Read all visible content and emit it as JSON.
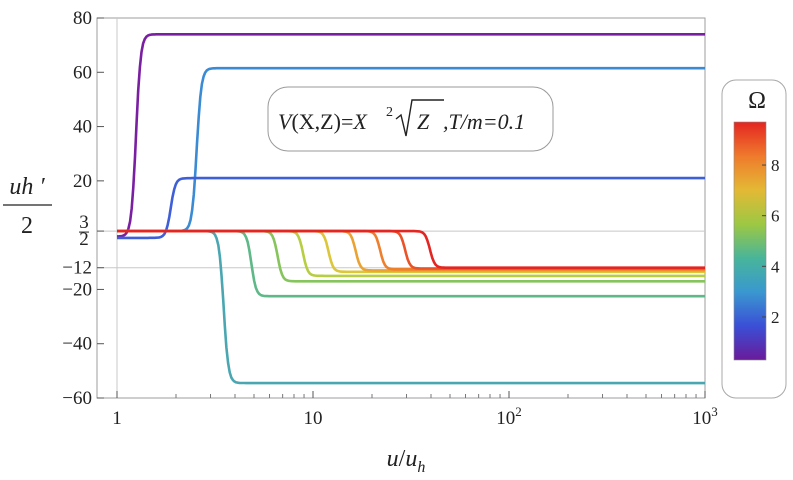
{
  "chart_data": {
    "type": "line",
    "x_scale": "log",
    "xlim": [
      1,
      1000
    ],
    "ylim": [
      -60,
      80
    ],
    "x_ticks": [
      {
        "value": 1,
        "base": "1",
        "exp": ""
      },
      {
        "value": 10,
        "base": "10",
        "exp": ""
      },
      {
        "value": 100,
        "base": "10",
        "exp": "2"
      },
      {
        "value": 1000,
        "base": "10",
        "exp": "3"
      }
    ],
    "y_ticks": [
      {
        "value": 80,
        "label": "80"
      },
      {
        "value": 60,
        "label": "60"
      },
      {
        "value": 40,
        "label": "40"
      },
      {
        "value": 20,
        "label": "20"
      },
      {
        "value": 1.5,
        "label": "3/2",
        "num": "3",
        "den": "2"
      },
      {
        "value": -12,
        "label": "−12"
      },
      {
        "value": -20,
        "label": "−20"
      },
      {
        "value": -40,
        "label": "−40"
      },
      {
        "value": -60,
        "label": "−60"
      }
    ],
    "grid_y": [
      1.5,
      -12
    ],
    "xlabel": {
      "u": "u",
      "slash": "/",
      "u2": "u",
      "sub": "h"
    },
    "ylabel": {
      "num": "uh ′",
      "den": "2"
    },
    "annotation": {
      "v": "V",
      "args": "(X,Z)",
      "eq": "=",
      "x": "X",
      "sq": "2",
      "z": "Z",
      "rest": ",T/m=0.1"
    },
    "colorbar": {
      "title": "Ω",
      "min": 0.3,
      "max": 9.7,
      "ticks": [
        2,
        4,
        6,
        8
      ],
      "colors": [
        "#6a1b9a",
        "#3a4fd6",
        "#3a98cf",
        "#48b59a",
        "#9dc843",
        "#e3b935",
        "#ef7a2c",
        "#e32622"
      ]
    },
    "series": [
      {
        "color": "#7a1fa2",
        "start": -0.5,
        "end": 74,
        "xstep": 1.25
      },
      {
        "color": "#3b8bd4",
        "start": 1.5,
        "end": 61.5,
        "xstep": 2.55
      },
      {
        "color": "#3f5fd8",
        "start": -1,
        "end": 21,
        "xstep": 1.88
      },
      {
        "color": "#4aa7b2",
        "start": 1.5,
        "end": -54.5,
        "xstep": 3.5
      },
      {
        "color": "#5fb888",
        "start": 1.5,
        "end": -22.5,
        "xstep": 4.85
      },
      {
        "color": "#86c45c",
        "start": 1.5,
        "end": -17,
        "xstep": 6.6
      },
      {
        "color": "#b7cd42",
        "start": 1.5,
        "end": -15,
        "xstep": 8.9
      },
      {
        "color": "#dcc63a",
        "start": 1.5,
        "end": -13.5,
        "xstep": 12.0
      },
      {
        "color": "#eaa233",
        "start": 1.5,
        "end": -13,
        "xstep": 16.5
      },
      {
        "color": "#ee7f2d",
        "start": 1.5,
        "end": -12.6,
        "xstep": 22.0
      },
      {
        "color": "#ea5228",
        "start": 1.5,
        "end": -12.3,
        "xstep": 29.5
      },
      {
        "color": "#e32622",
        "start": 1.5,
        "end": -12,
        "xstep": 39.5
      }
    ]
  }
}
